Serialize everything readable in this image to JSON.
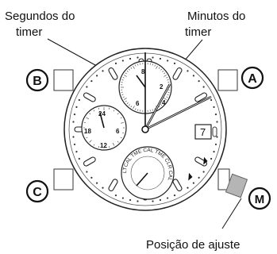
{
  "labels": {
    "seconds_line1": "Segundos do",
    "seconds_line2": "timer",
    "minutes_line1": "Minutos do",
    "minutes_line2": "timer",
    "adjust_position": "Posição de ajuste"
  },
  "buttons": {
    "a": "A",
    "b": "B",
    "c": "C",
    "m": "M"
  },
  "date_window": "7",
  "top_subdial_numerals": [
    "8",
    "2",
    "6",
    "4"
  ],
  "left_subdial_numerals": [
    "24",
    "6",
    "18",
    "12"
  ],
  "bottom_subdial_text": "LTCAL TME CAL TME CLR CAL",
  "crown_markings": [
    "◢",
    "◢"
  ]
}
